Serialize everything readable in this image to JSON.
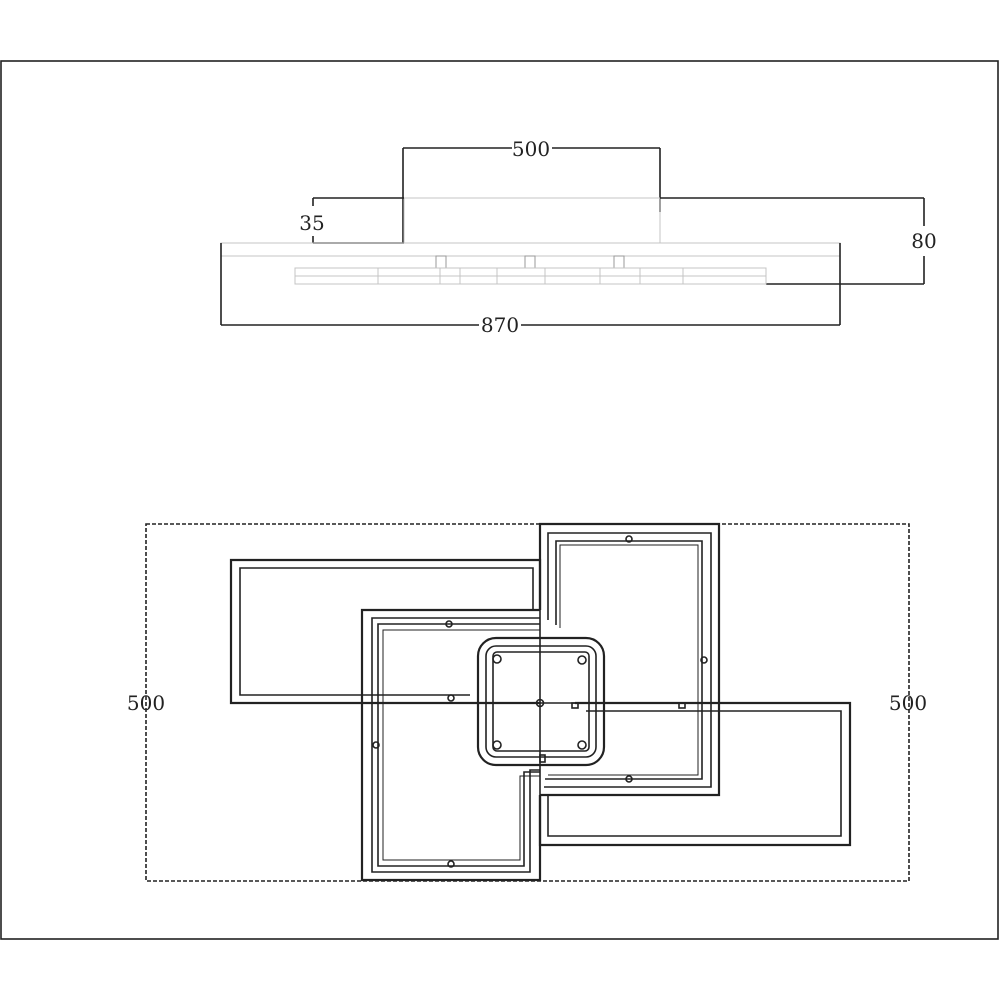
{
  "side_view": {
    "dim_top_width": "500",
    "dim_body_height": "35",
    "dim_total_height": "80",
    "dim_total_width": "870"
  },
  "plan_view": {
    "dim_left_depth": "500",
    "dim_right_depth": "500"
  }
}
